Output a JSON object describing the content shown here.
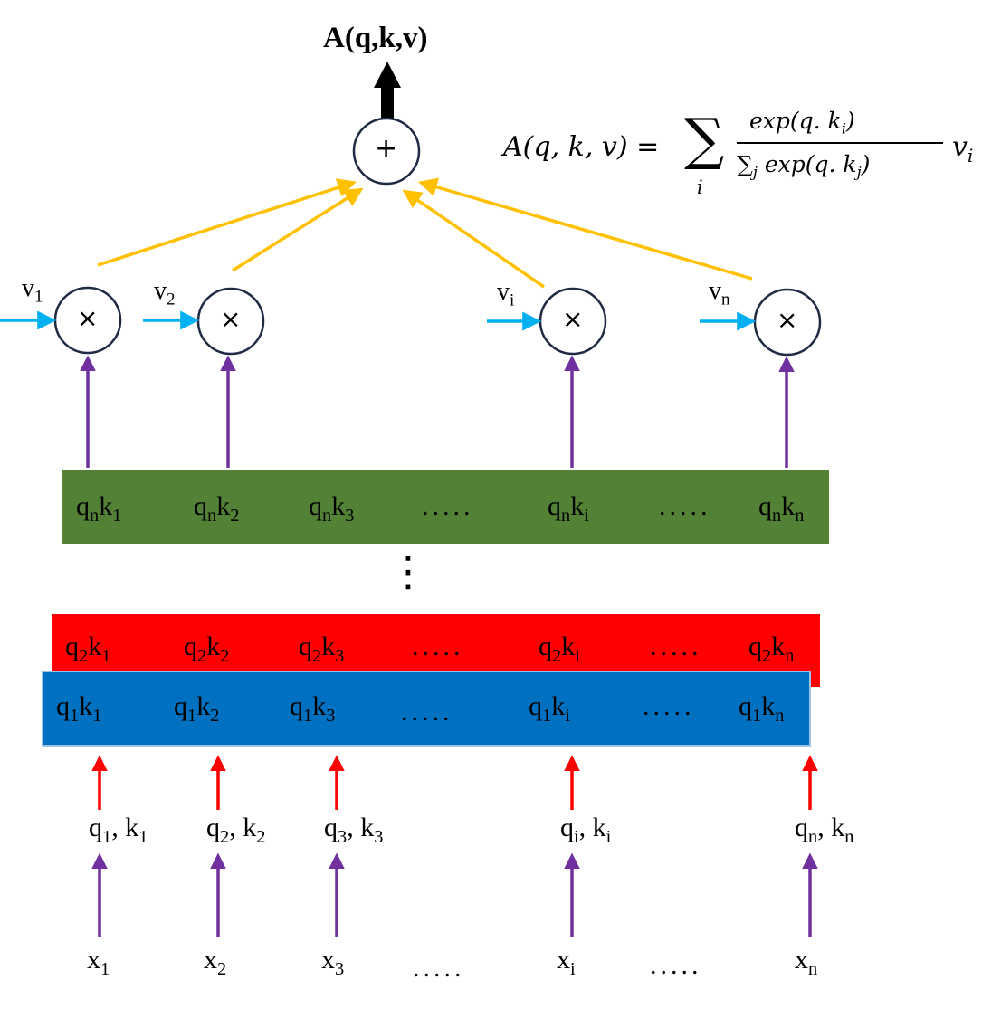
{
  "title": "A(q,k,v)",
  "formula": {
    "lhs": "A(q, k, v) =",
    "sigma": "∑",
    "sum_index": "i",
    "numerator": "exp(q. k",
    "numerator_sub": "i",
    "numerator_end": ")",
    "denominator_sigma": "∑",
    "denominator_sub": "j",
    "denominator": " exp(q. k",
    "denominator_sub2": "j",
    "denominator_end": ")",
    "v": "v",
    "v_sub": "i"
  },
  "operators": {
    "sum": "+",
    "mult": "×"
  },
  "v_labels": [
    {
      "b": "v",
      "s": "1"
    },
    {
      "b": "v",
      "s": "2"
    },
    {
      "b": "v",
      "s": "i"
    },
    {
      "b": "v",
      "s": "n"
    }
  ],
  "vertical_ellipsis": "⋮",
  "ellipsis": ".....",
  "bands": {
    "qn": {
      "color": "#538135",
      "cells": [
        {
          "a": "q",
          "as": "n",
          "b": "k",
          "bs": "1"
        },
        {
          "a": "q",
          "as": "n",
          "b": "k",
          "bs": "2"
        },
        {
          "a": "q",
          "as": "n",
          "b": "k",
          "bs": "3"
        },
        {
          "a": "q",
          "as": "n",
          "b": "k",
          "bs": "i"
        },
        {
          "a": "q",
          "as": "n",
          "b": "k",
          "bs": "n"
        }
      ]
    },
    "q2": {
      "color": "#ff0000",
      "cells": [
        {
          "a": "q",
          "as": "2",
          "b": "k",
          "bs": "1"
        },
        {
          "a": "q",
          "as": "2",
          "b": "k",
          "bs": "2"
        },
        {
          "a": "q",
          "as": "2",
          "b": "k",
          "bs": "3"
        },
        {
          "a": "q",
          "as": "2",
          "b": "k",
          "bs": "i"
        },
        {
          "a": "q",
          "as": "2",
          "b": "k",
          "bs": "n"
        }
      ]
    },
    "q1": {
      "color": "#0070c0",
      "cells": [
        {
          "a": "q",
          "as": "1",
          "b": "k",
          "bs": "1"
        },
        {
          "a": "q",
          "as": "1",
          "b": "k",
          "bs": "2"
        },
        {
          "a": "q",
          "as": "1",
          "b": "k",
          "bs": "3"
        },
        {
          "a": "q",
          "as": "1",
          "b": "k",
          "bs": "i"
        },
        {
          "a": "q",
          "as": "1",
          "b": "k",
          "bs": "n"
        }
      ]
    }
  },
  "qk_pairs": [
    {
      "a": "q",
      "as": "1",
      "sep": ", ",
      "b": "k",
      "bs": "1"
    },
    {
      "a": "q",
      "as": "2",
      "sep": ", ",
      "b": "k",
      "bs": "2"
    },
    {
      "a": "q",
      "as": "3",
      "sep": ", ",
      "b": "k",
      "bs": "3"
    },
    {
      "a": "q",
      "as": "i",
      "sep": ", ",
      "b": "k",
      "bs": "i"
    },
    {
      "a": "q",
      "as": "n",
      "sep": ", ",
      "b": "k",
      "bs": "n"
    }
  ],
  "inputs": [
    {
      "b": "x",
      "s": "1"
    },
    {
      "b": "x",
      "s": "2"
    },
    {
      "b": "x",
      "s": "3"
    },
    {
      "b": "x",
      "s": "i"
    },
    {
      "b": "x",
      "s": "n"
    }
  ],
  "colors": {
    "black": "#000000",
    "yellow": "#ffc000",
    "blue_arrow": "#00b0f0",
    "purple": "#7030a0",
    "red": "#ff0000",
    "circle_stroke": "#1f2a44"
  }
}
